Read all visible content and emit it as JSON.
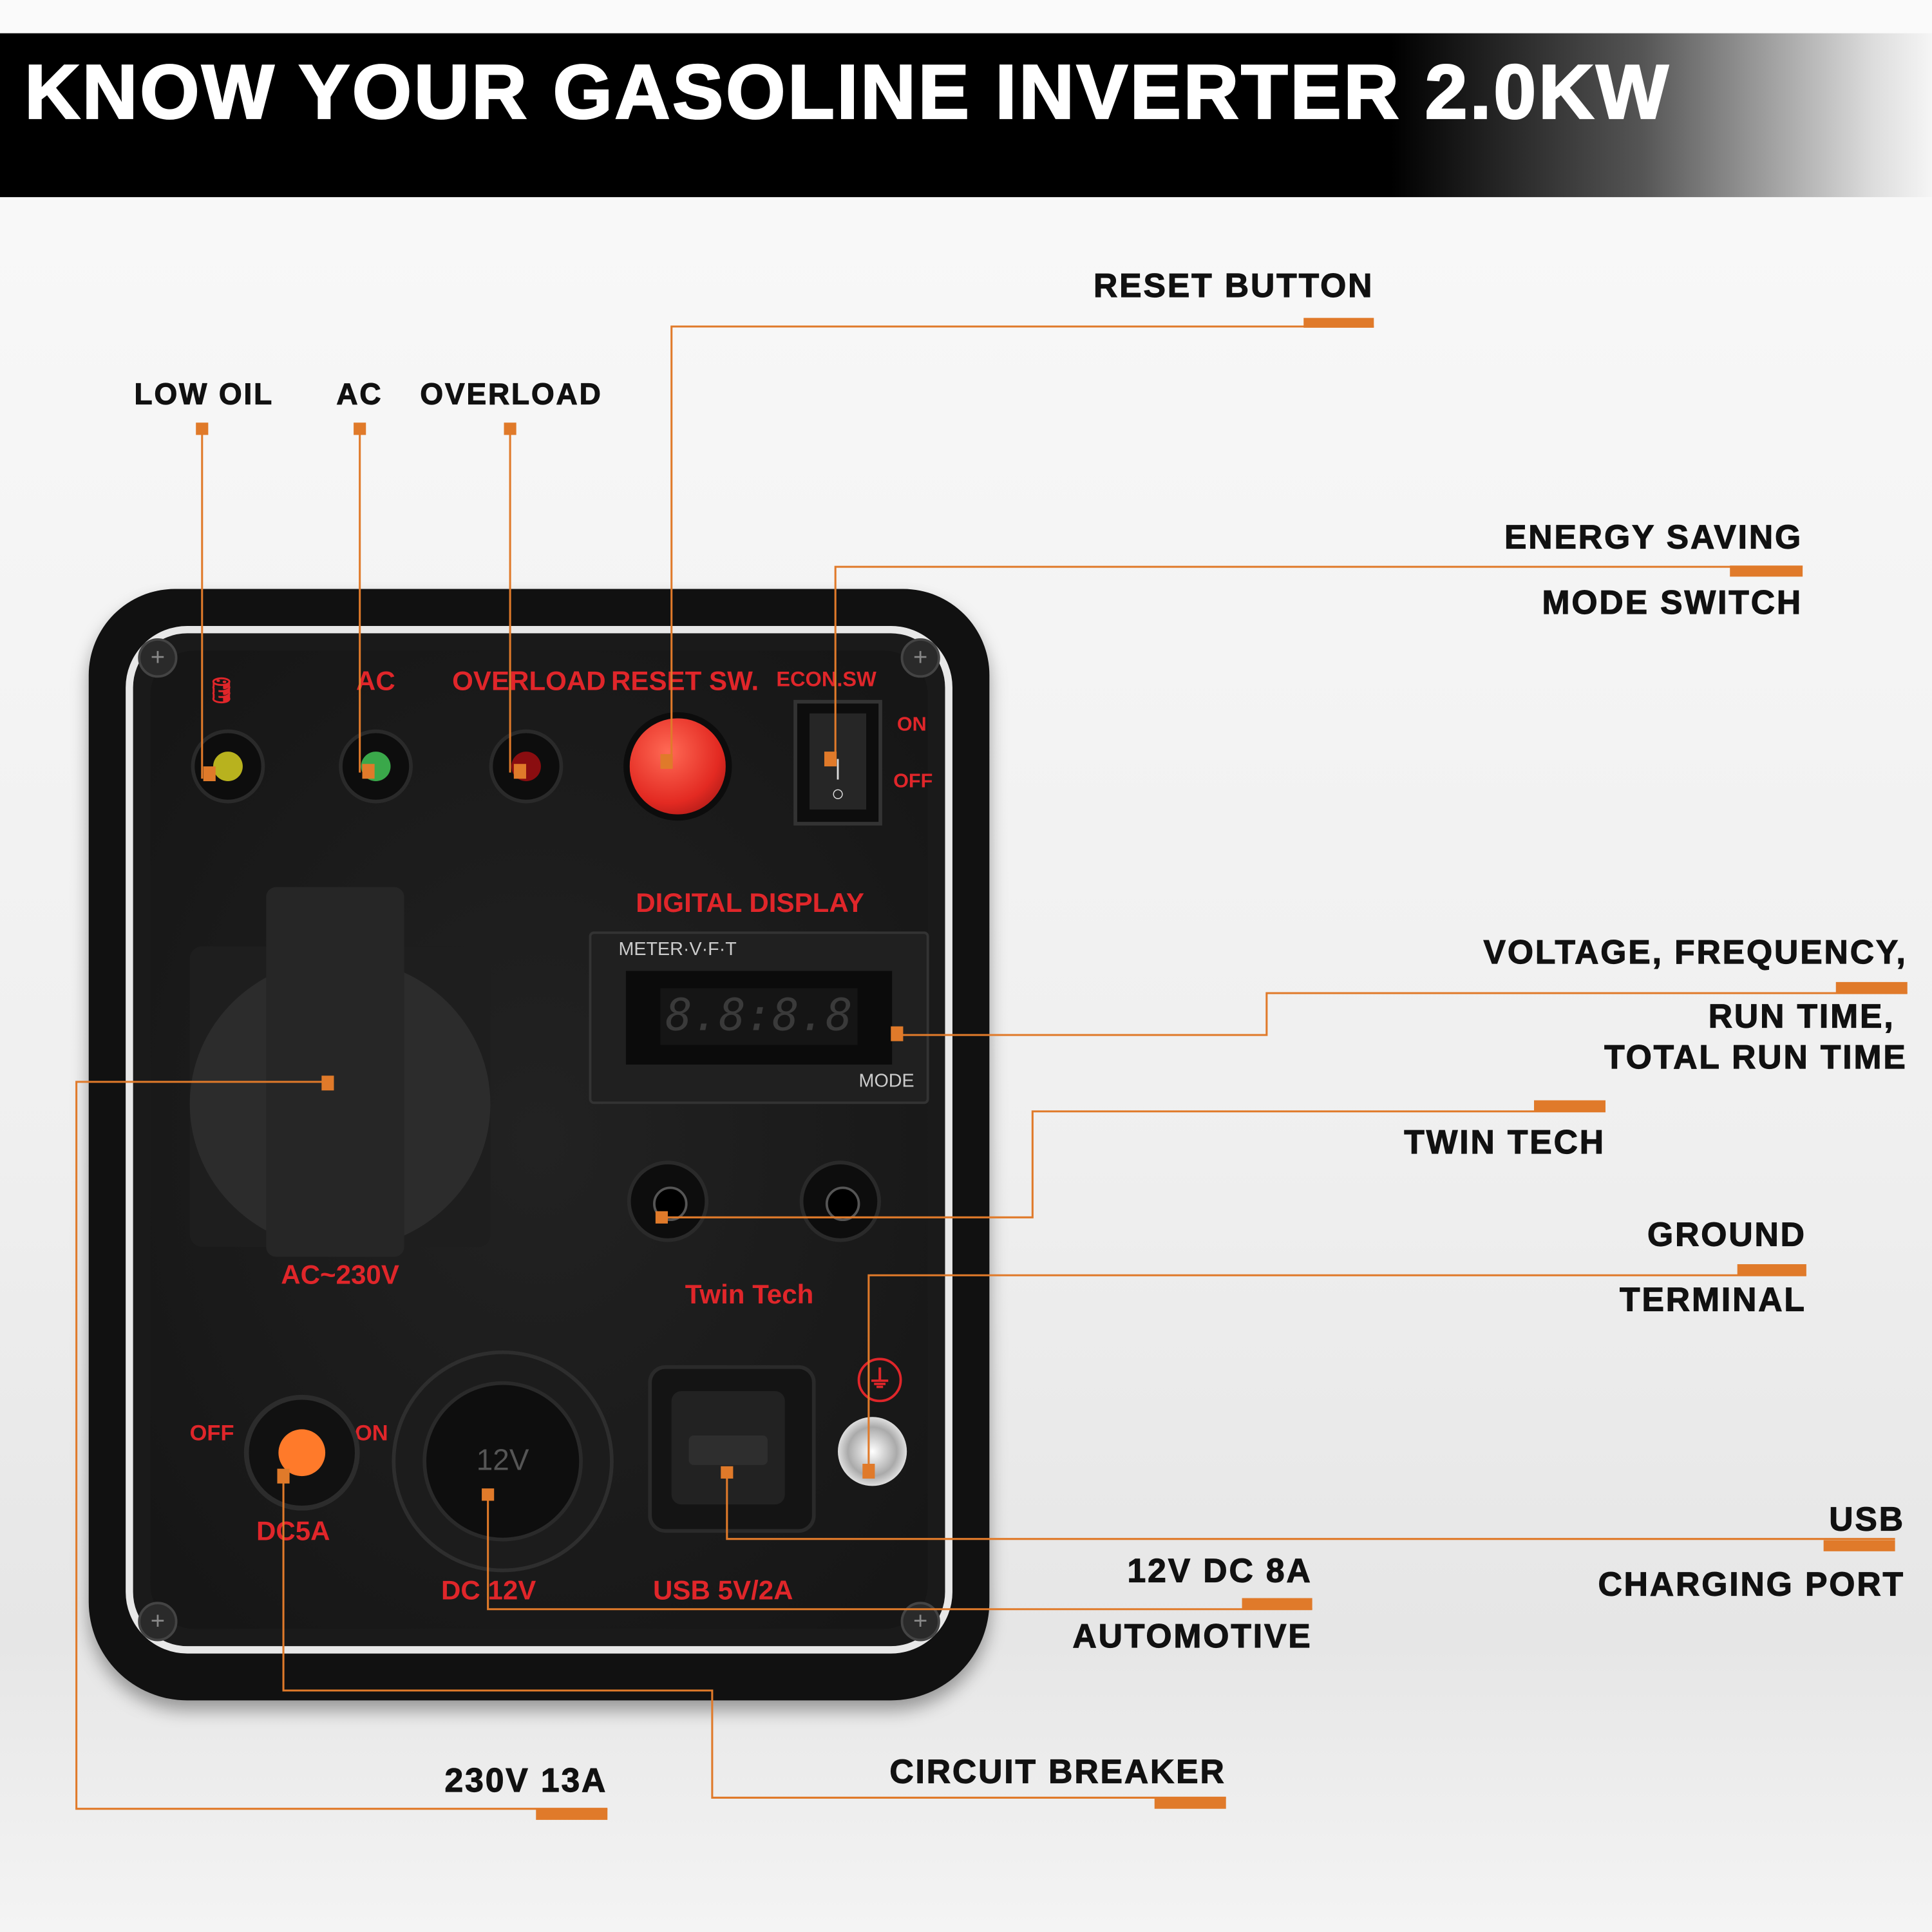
{
  "title": "KNOW YOUR GASOLINE INVERTER 2.0KW",
  "colors": {
    "accent": "#e07a2a",
    "panel_text": "#e0262a"
  },
  "callouts": {
    "reset_button": "RESET BUTTON",
    "low_oil": "LOW OIL",
    "ac": "AC",
    "overload": "OVERLOAD",
    "energy_saving_1": "ENERGY SAVING",
    "energy_saving_2": "MODE SWITCH",
    "display_1": "VOLTAGE, FREQUENCY,",
    "display_2": "RUN TIME,",
    "display_3": "TOTAL RUN TIME",
    "twin_tech": "TWIN TECH",
    "ground_1": "GROUND",
    "ground_2": "TERMINAL",
    "usb_1": "USB",
    "usb_2": "CHARGING PORT",
    "dc_1": "12V DC 8A",
    "dc_2": "AUTOMOTIVE",
    "breaker": "CIRCUIT BREAKER",
    "ac_socket": "230V 13A"
  },
  "panel": {
    "ac": "AC",
    "overload": "OVERLOAD",
    "reset_sw": "RESET SW.",
    "econ_sw": "ECON.SW",
    "on": "ON",
    "off": "OFF",
    "digital_display": "DIGITAL DISPLAY",
    "meter": "METER·V·F·T",
    "readout": "8.8:8.8",
    "mode": "MODE",
    "ac_230": "AC~230V",
    "twin_tech": "Twin Tech",
    "dc5a": "DC5A",
    "dc12v": "DC 12V",
    "usb": "USB 5V/2A",
    "off2": "OFF",
    "on2": "ON",
    "socket_12v": "12V"
  }
}
